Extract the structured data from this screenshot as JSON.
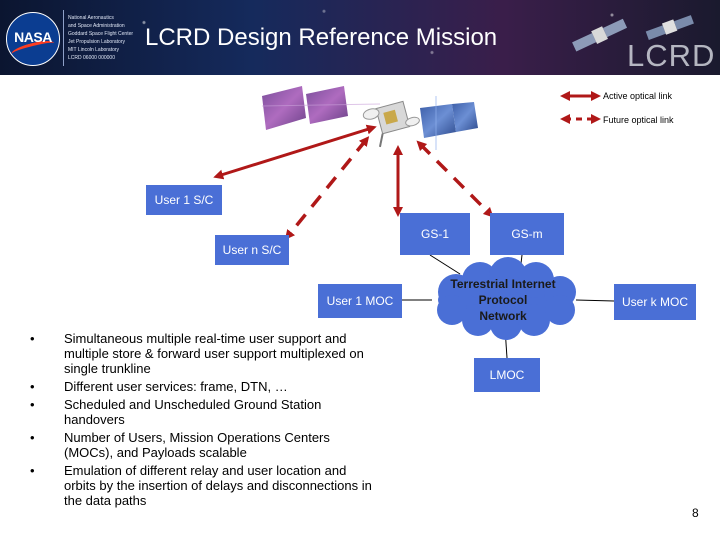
{
  "header": {
    "title": "LCRD Design Reference Mission",
    "logo_text": "NASA",
    "org_lines": [
      "National Aeronautics",
      "and Space Administration",
      "Goddard Space Flight Center",
      "Jet Propulsion Laboratory",
      "MIT Lincoln Laboratory",
      "LCRD 06000 000000"
    ],
    "watermark": "LCRD"
  },
  "legend": {
    "active_label": "Active optical link",
    "future_label": "Future optical link",
    "active_color": "#b01818",
    "future_color": "#b01818"
  },
  "nodes": {
    "user1_sc": "User 1 S/C",
    "usern_sc": "User n S/C",
    "gs1": "GS-1",
    "gsm": "GS-m",
    "user1_moc": "User 1 MOC",
    "userk_moc": "User k MOC",
    "lmoc": "LMOC",
    "network_lines": [
      "Terrestrial Internet",
      "Protocol",
      "Network"
    ]
  },
  "colors": {
    "box_fill": "#4a6fd6",
    "box_text": "#ffffff",
    "cloud_fill": "#4a6fd6",
    "link_color": "#b01818",
    "connector_color": "#000000"
  },
  "icons": {
    "satellite": "geo-relay-satellite-icon",
    "solar_panel": "solar-panel-icon"
  },
  "bullet_marker": "•",
  "bullets": [
    [
      "Simultaneous multiple real-time user support and",
      "multiple store & forward user support multiplexed on",
      "single trunkline"
    ],
    [
      "Different user services: frame, DTN, …"
    ],
    [
      "Scheduled and Unscheduled Ground Station",
      "handovers"
    ],
    [
      "Number of Users, Mission Operations Centers",
      "(MOCs), and Payloads scalable"
    ],
    [
      "Emulation of different relay and user location and",
      "orbits by the insertion of delays and disconnections in",
      "the data paths"
    ]
  ],
  "page_number": "8"
}
